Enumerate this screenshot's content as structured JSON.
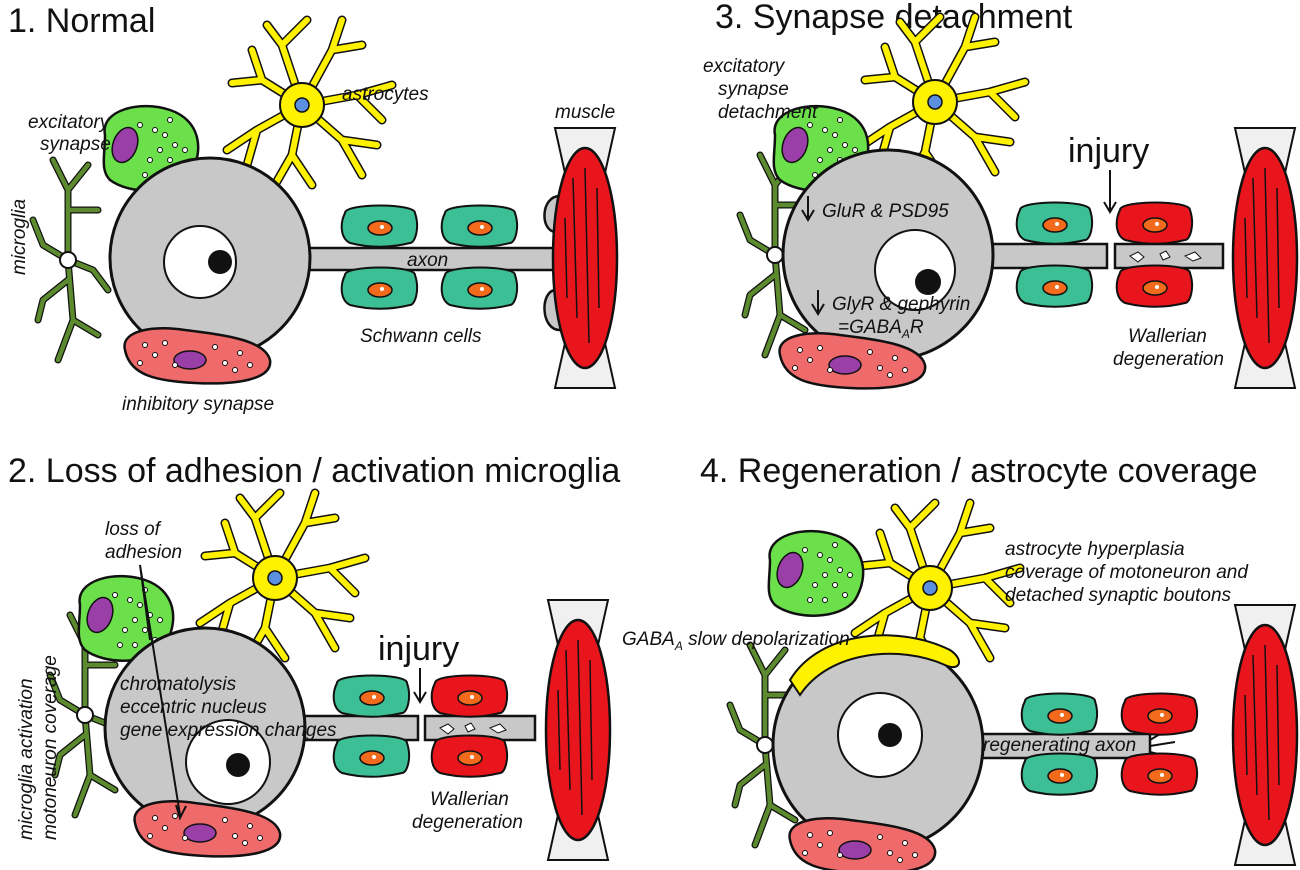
{
  "panels": {
    "p1": {
      "title": "1. Normal"
    },
    "p2": {
      "title": "2. Loss of adhesion / activation microglia"
    },
    "p3": {
      "title": "3. Synapse detachment"
    },
    "p4": {
      "title": "4. Regeneration / astrocyte coverage"
    }
  },
  "labels": {
    "excitatory": "excitatory",
    "synapse": "synapse",
    "astrocytes": "astrocytes",
    "muscle": "muscle",
    "microglia": "microglia",
    "axon": "axon",
    "schwann_cells": "Schwann cells",
    "inhibitory_synapse": "inhibitory synapse",
    "exc_synapse_detach_1": "excitatory",
    "exc_synapse_detach_2": "synapse",
    "exc_synapse_detach_3": "detachment",
    "injury": "injury",
    "glur": "GluR & PSD95",
    "glyr": "GlyR & gephyrin",
    "gaba_eq": "=GABA",
    "gaba_sub": "A",
    "gaba_r": "R",
    "wallerian_1": "Wallerian",
    "wallerian_2": "degeneration",
    "loss_1": "loss of",
    "loss_2": "adhesion",
    "microglia_act_1": "microglia activation",
    "microglia_act_2": "motoneuron coverage",
    "chromatolysis": "chromatolysis",
    "eccentric": "eccentric nucleus",
    "gene_expr": "gene expression changes",
    "hyper_1": "astrocyte hyperplasia",
    "hyper_2": "coverage of motoneuron and",
    "hyper_3": "detached synaptic boutons",
    "gaba_slow_a": "GABA",
    "gaba_slow_sub": "A",
    "gaba_slow_b": " slow depolarization",
    "regen_axon": "regenerating axon"
  },
  "colors": {
    "soma": "#c8c8c8",
    "schwann": "#3cbf94",
    "muscle": "#e8161c",
    "astrocyte": "#fff200",
    "microglia": "#5c8a2e",
    "excitatory": "#6be04a",
    "inhibitory": "#ef6b6b"
  }
}
